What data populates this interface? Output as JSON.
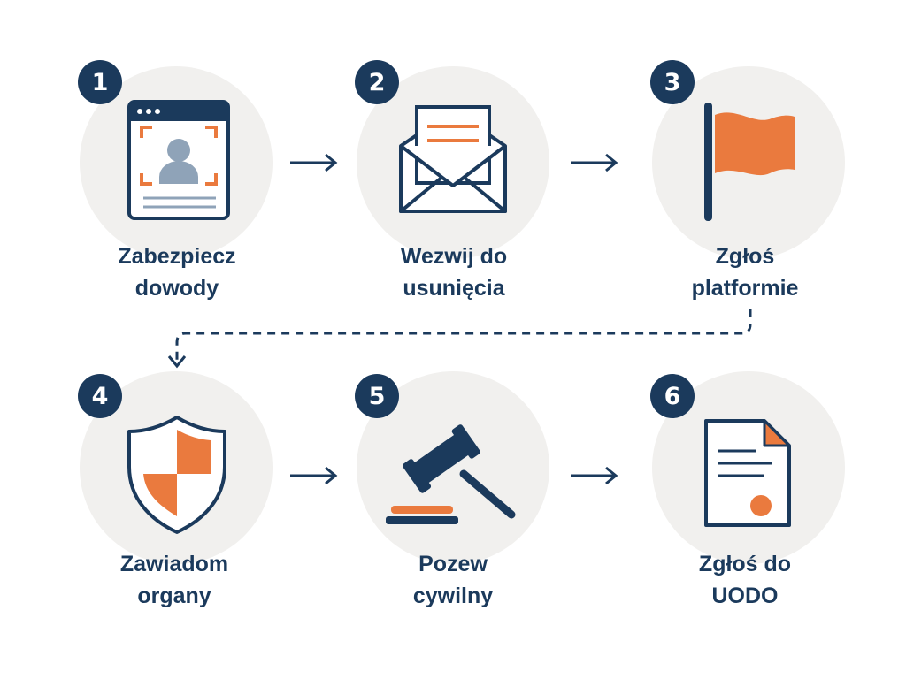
{
  "colors": {
    "navy": "#1b3a5c",
    "orange": "#ea7a3e",
    "circle_bg": "#f1f0ee",
    "avatar_gray": "#8fa3b8"
  },
  "steps": [
    {
      "number": "1",
      "label_line1": "Zabezpiecz",
      "label_line2": "dowody",
      "icon": "browser-evidence-icon"
    },
    {
      "number": "2",
      "label_line1": "Wezwij do",
      "label_line2": "usunięcia",
      "icon": "envelope-letter-icon"
    },
    {
      "number": "3",
      "label_line1": "Zgłoś",
      "label_line2": "platformie",
      "icon": "flag-icon"
    },
    {
      "number": "4",
      "label_line1": "Zawiadom",
      "label_line2": "organy",
      "icon": "shield-icon"
    },
    {
      "number": "5",
      "label_line1": "Pozew",
      "label_line2": "cywilny",
      "icon": "gavel-icon"
    },
    {
      "number": "6",
      "label_line1": "Zgłoś do",
      "label_line2": "UODO",
      "icon": "document-seal-icon"
    }
  ]
}
